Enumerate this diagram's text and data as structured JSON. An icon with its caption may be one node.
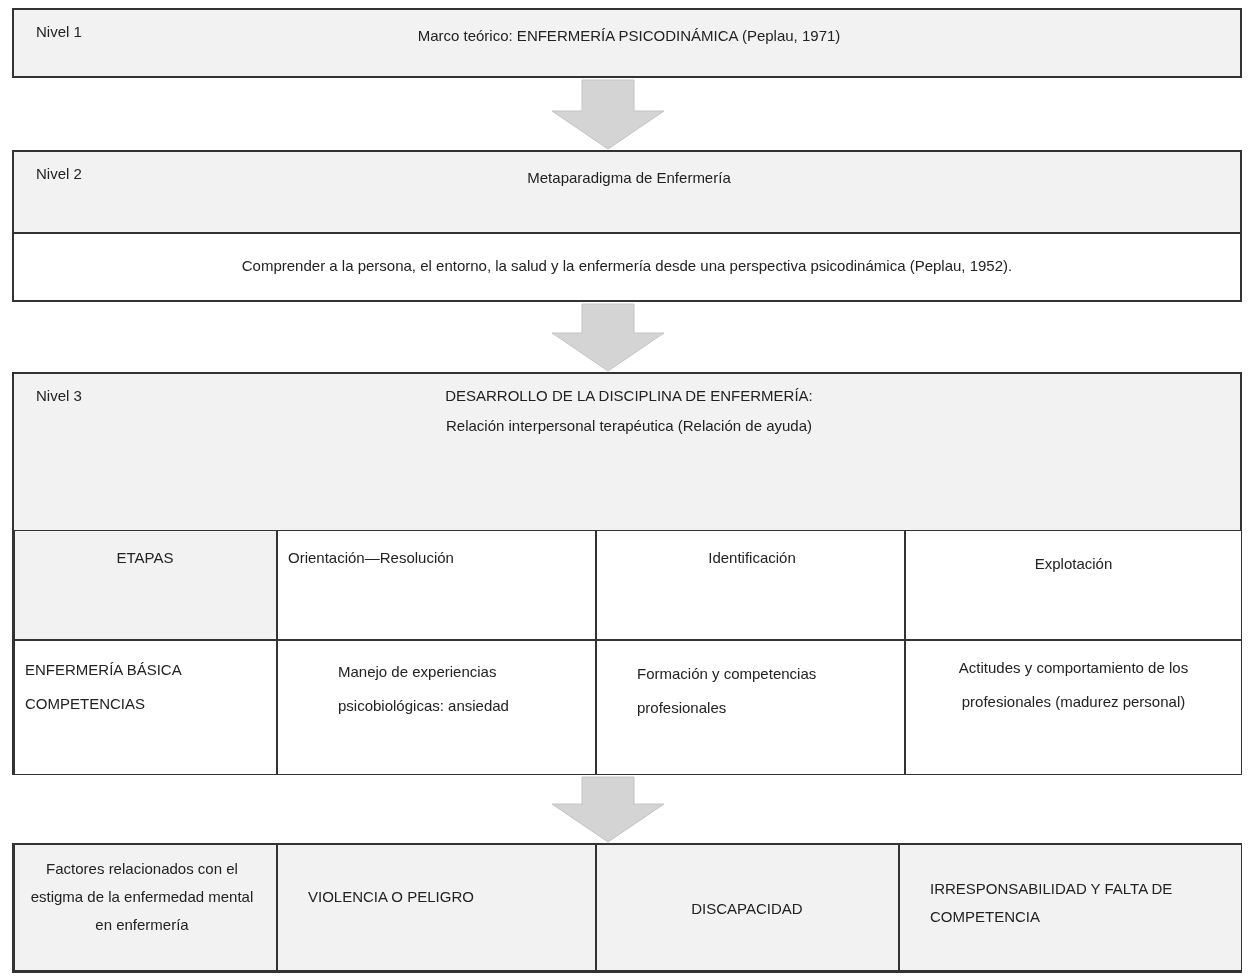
{
  "diagram": {
    "nodes": [
      {
        "text": [
          "Nivel 1",
          "Marco teórico: ENFERMERÍA PSICODINÁMICA (Peplau, 1971)"
        ]
      },
      {
        "text": [
          "Nivel 2",
          "Metaparadigma de Enfermería",
          "Comprender a la persona, el entorno, la salud y la enfermería desde una perspectiva psicodinámica (Peplau, 1952)."
        ]
      },
      {
        "text": [
          "Nivel 3",
          "DESARROLLO DE LA DISCIPLINA DE ENFERMERÍA:",
          "Relación interpersonal terapéutica (Relación de ayuda)"
        ]
      },
      {
        "text": [
          "ETAPAS"
        ],
        "in": 2
      },
      {
        "text": [
          "Orientación—Resolución"
        ],
        "in": 2
      },
      {
        "text": [
          "Identificación"
        ],
        "in": 2
      },
      {
        "text": [
          "Explotación"
        ],
        "in": 2
      },
      {
        "text": [
          "ENFERMERÍA BÁSICA COMPETENCIAS"
        ],
        "in": 2
      },
      {
        "text": [
          "Manejo de experiencias psicobiológicas: ansiedad"
        ],
        "in": 2
      },
      {
        "text": [
          "Formación y competencias profesionales"
        ],
        "in": 2
      },
      {
        "text": [
          "Actitudes y comportamiento de los profesionales (madurez personal)"
        ],
        "in": 2
      },
      {
        "text": [],
        "shape": "box"
      },
      {
        "text": [
          "Factores relacionados con el estigma de la enfermedad mental en enfermería"
        ],
        "in": 11
      },
      {
        "text": [
          "VIOLENCIA O PELIGRO"
        ],
        "in": 11
      },
      {
        "text": [
          "DISCAPACIDAD"
        ],
        "in": 11
      },
      {
        "text": [
          "IRRESPONSABILIDAD Y FALTA DE COMPETENCIA"
        ],
        "in": 11
      }
    ],
    "edges": [
      {
        "from": 0,
        "to": 1,
        "arrow": "to",
        "style": "thick"
      },
      {
        "from": 1,
        "to": 2,
        "arrow": "to",
        "style": "thick"
      },
      {
        "from": 2,
        "to": 11,
        "arrow": "to",
        "style": "thick"
      }
    ]
  }
}
